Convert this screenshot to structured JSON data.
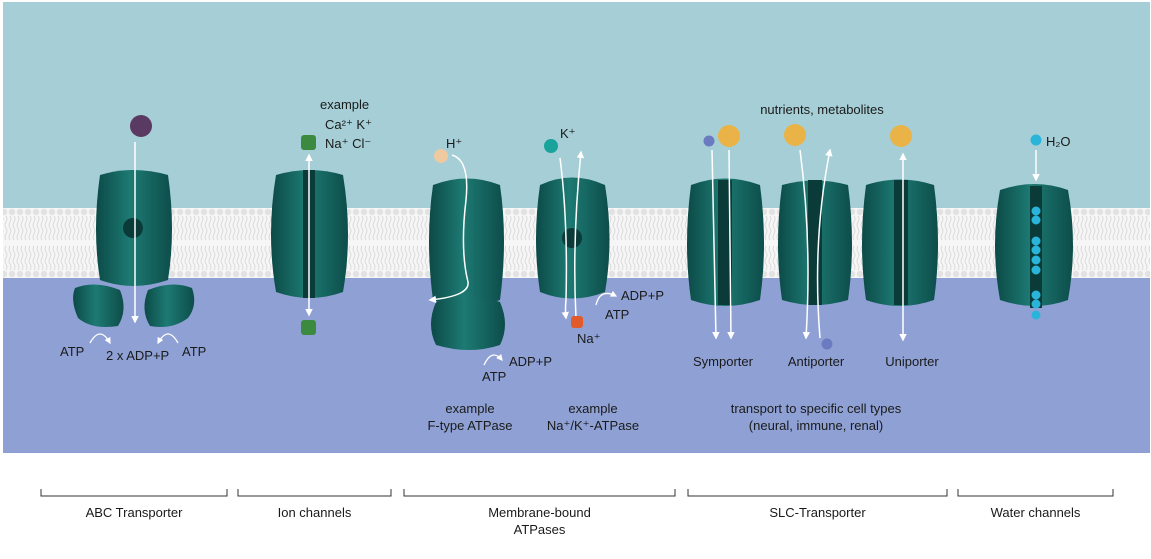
{
  "colors": {
    "extracellular": "#a6ced6",
    "intracellular": "#8fa1d4",
    "membrane": "#f4f4f4",
    "protein_dark": "#0e4f4c",
    "protein_mid": "#176e69",
    "protein_light": "#2f8f86",
    "arrow": "#ffffff",
    "atp_ball": "#e9b347",
    "k_ball": "#1aa39a",
    "na_ball": "#e25a2a",
    "h_ball": "#efc9a0",
    "ion_square": "#3c8a3f",
    "purple_ball": "#5a3a62",
    "small_blue": "#6b7bc0",
    "water_ball": "#2ab4d9"
  },
  "groups": {
    "abc": {
      "title": "ABC Transporter",
      "atp_left": "ATP",
      "adp": "2 x ADP+P",
      "atp_right": "ATP"
    },
    "ion": {
      "title": "Ion channels",
      "example": "example",
      "ions_line1": "Ca²⁺ K⁺",
      "ions_line2": "Na⁺ Cl⁻"
    },
    "atpase": {
      "title_line1": "Membrane-bound",
      "title_line2": "ATPases",
      "h_label": "H⁺",
      "f_adp": "ADP+P",
      "f_atp": "ATP",
      "f_example": "example",
      "f_name": "F-type ATPase",
      "k_label": "K⁺",
      "na_adp": "ADP+P",
      "na_atp": "ATP",
      "na_label": "Na⁺",
      "na_example": "example",
      "na_name": "Na⁺/K⁺-ATPase"
    },
    "slc": {
      "title": "SLC-Transporter",
      "nutrients": "nutrients, metabolites",
      "symporter": "Symporter",
      "antiporter": "Antiporter",
      "uniporter": "Uniporter",
      "note_line1": "transport to specific cell types",
      "note_line2": "(neural, immune, renal)"
    },
    "water": {
      "title": "Water channels",
      "h2o": "H₂O"
    }
  }
}
